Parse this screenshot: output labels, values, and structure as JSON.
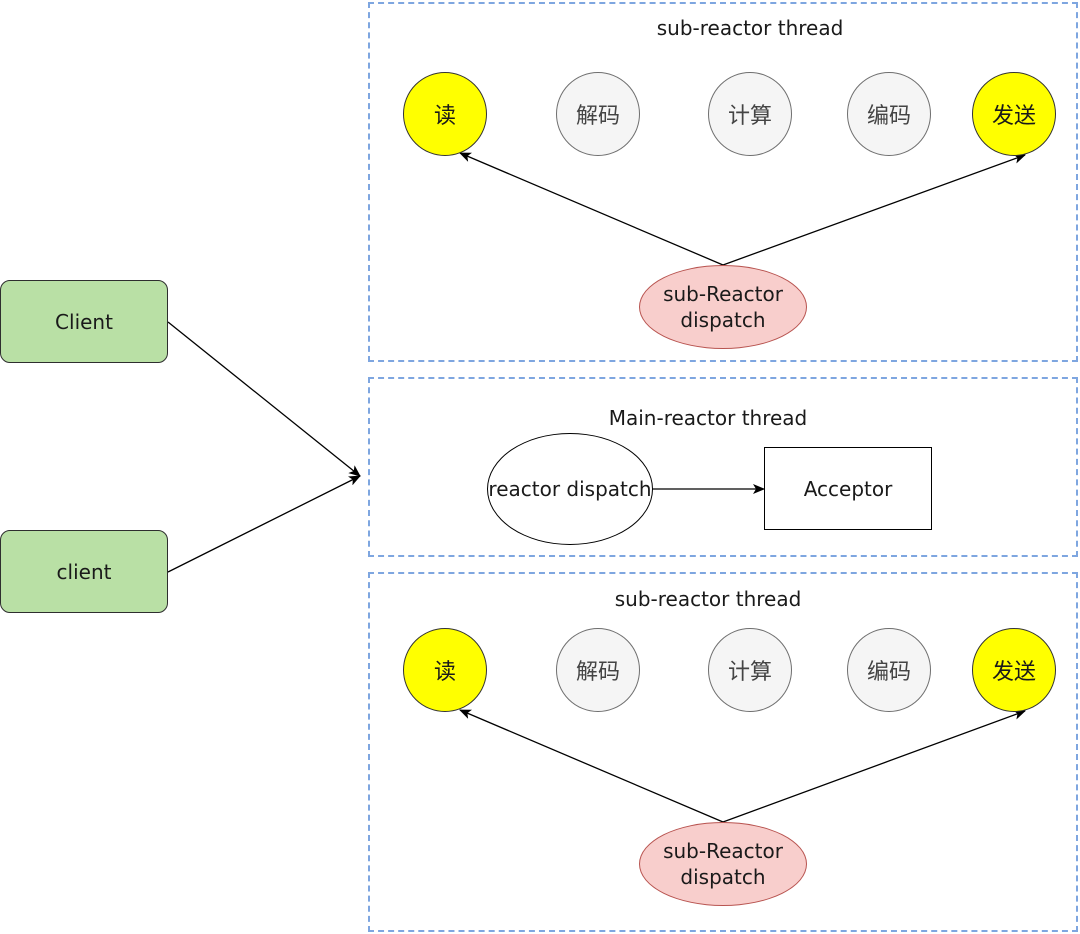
{
  "clients": {
    "client_top": "Client",
    "client_bottom": "client"
  },
  "sub_reactor_top": {
    "title": "sub-reactor thread",
    "steps": [
      "读",
      "解码",
      "计算",
      "编码",
      "发送"
    ],
    "dispatch_line1": "sub-Reactor",
    "dispatch_line2": "dispatch"
  },
  "main_reactor": {
    "title": "Main-reactor thread",
    "dispatch": "reactor dispatch",
    "acceptor": "Acceptor"
  },
  "sub_reactor_bottom": {
    "title": "sub-reactor thread",
    "steps": [
      "读",
      "解码",
      "计算",
      "编码",
      "发送"
    ],
    "dispatch_line1": "sub-Reactor",
    "dispatch_line2": "dispatch"
  },
  "colors": {
    "group_border": "#7ea6e0",
    "client_fill": "#b9e0a5",
    "io_step_fill": "#ffff00",
    "proc_step_fill": "#f5f5f5",
    "dispatch_fill": "#f8cecc",
    "dispatch_stroke": "#b85450"
  }
}
